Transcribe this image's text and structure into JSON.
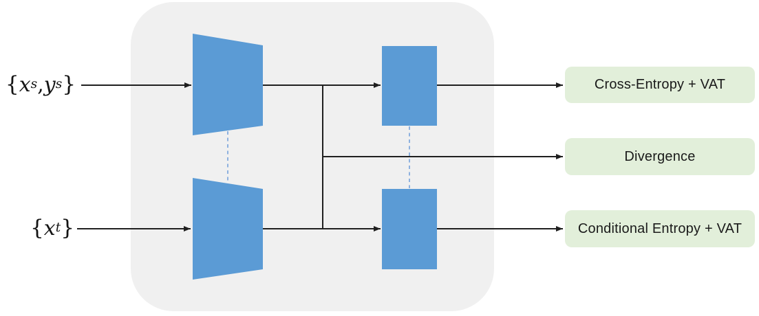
{
  "figure": {
    "source_input": {
      "brace_open": "{",
      "var1": "x",
      "sub1": "s",
      "comma": ", ",
      "var2": "y",
      "sub2": "s",
      "brace_close": "}"
    },
    "target_input": {
      "brace_open": "{",
      "var1": "x",
      "sub1": "t",
      "brace_close": "}"
    },
    "loss_boxes": [
      {
        "label": "Cross-Entropy + VAT"
      },
      {
        "label": "Divergence"
      },
      {
        "label": "Conditional Entropy + VAT"
      }
    ],
    "colors": {
      "shape_blue": "#5B9BD5",
      "container_gray": "#F0F0F0",
      "loss_green": "#E2EFDA",
      "line_black": "#1F1F1F",
      "dashed_blue": "#7CA6DC"
    }
  }
}
